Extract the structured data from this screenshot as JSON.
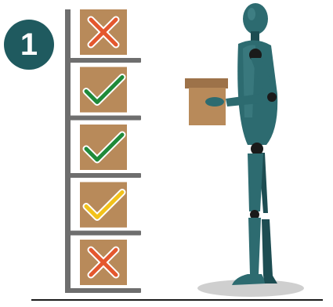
{
  "step": {
    "number": "1"
  },
  "colors": {
    "badge": "#1f5a5f",
    "shelf": "#6e6e6e",
    "box": "#b88a5a",
    "box_dark": "#9d7249",
    "check_green": "#1f8a3a",
    "check_yellow": "#f2c21b",
    "cross_red": "#e4572e",
    "figure": "#2d6b70",
    "figure_dark": "#1d4d52",
    "joint": "#1a1a1a",
    "shadow": "#c9c9c9"
  },
  "shelves": [
    {
      "mark": "cross",
      "status": "wrong"
    },
    {
      "mark": "check",
      "status": "correct"
    },
    {
      "mark": "check",
      "status": "correct"
    },
    {
      "mark": "check",
      "status": "caution"
    },
    {
      "mark": "cross",
      "status": "wrong"
    }
  ],
  "figure": {
    "pose": "standing-holding-box"
  }
}
